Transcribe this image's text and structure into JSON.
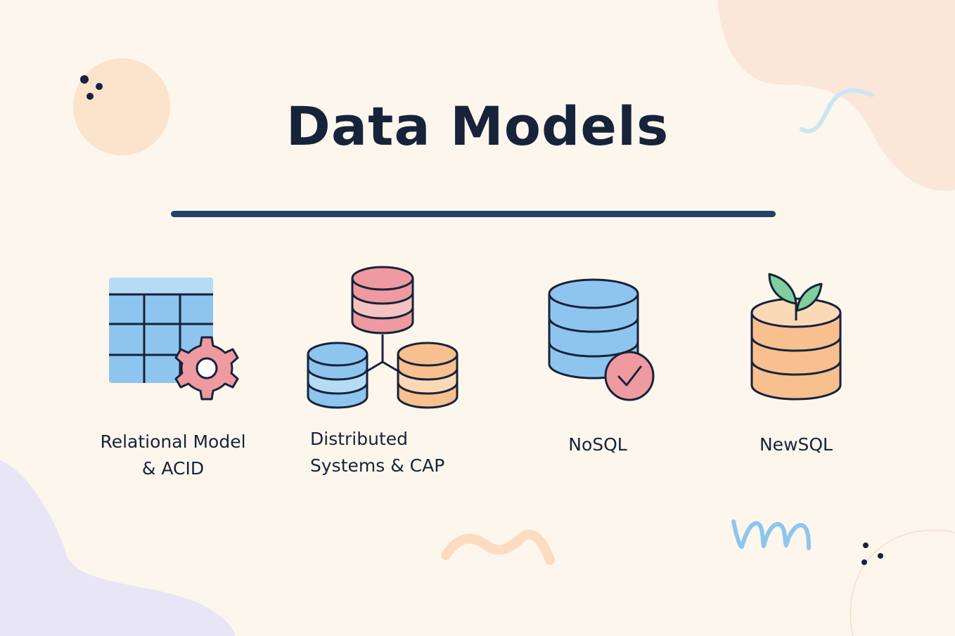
{
  "title": "Data Models",
  "categories": [
    {
      "label": "Relational Model\n& ACID",
      "icon": "table-gear-icon"
    },
    {
      "label": "Distributed\nSystems & CAP",
      "icon": "distributed-databases-icon"
    },
    {
      "label": "NoSQL",
      "icon": "database-check-icon"
    },
    {
      "label": "NewSQL",
      "icon": "database-sprout-icon"
    }
  ],
  "colors": {
    "background": "#fdf6ec",
    "ink": "#16233a",
    "divider": "#1f4468",
    "blue": "#8ec5ee",
    "blue_light": "#b6dbf5",
    "pink": "#ee9aa0",
    "pink_light": "#f6c3c3",
    "orange": "#f8bf8f",
    "orange_light": "#fbd9b6",
    "green": "#7fcf9c"
  }
}
